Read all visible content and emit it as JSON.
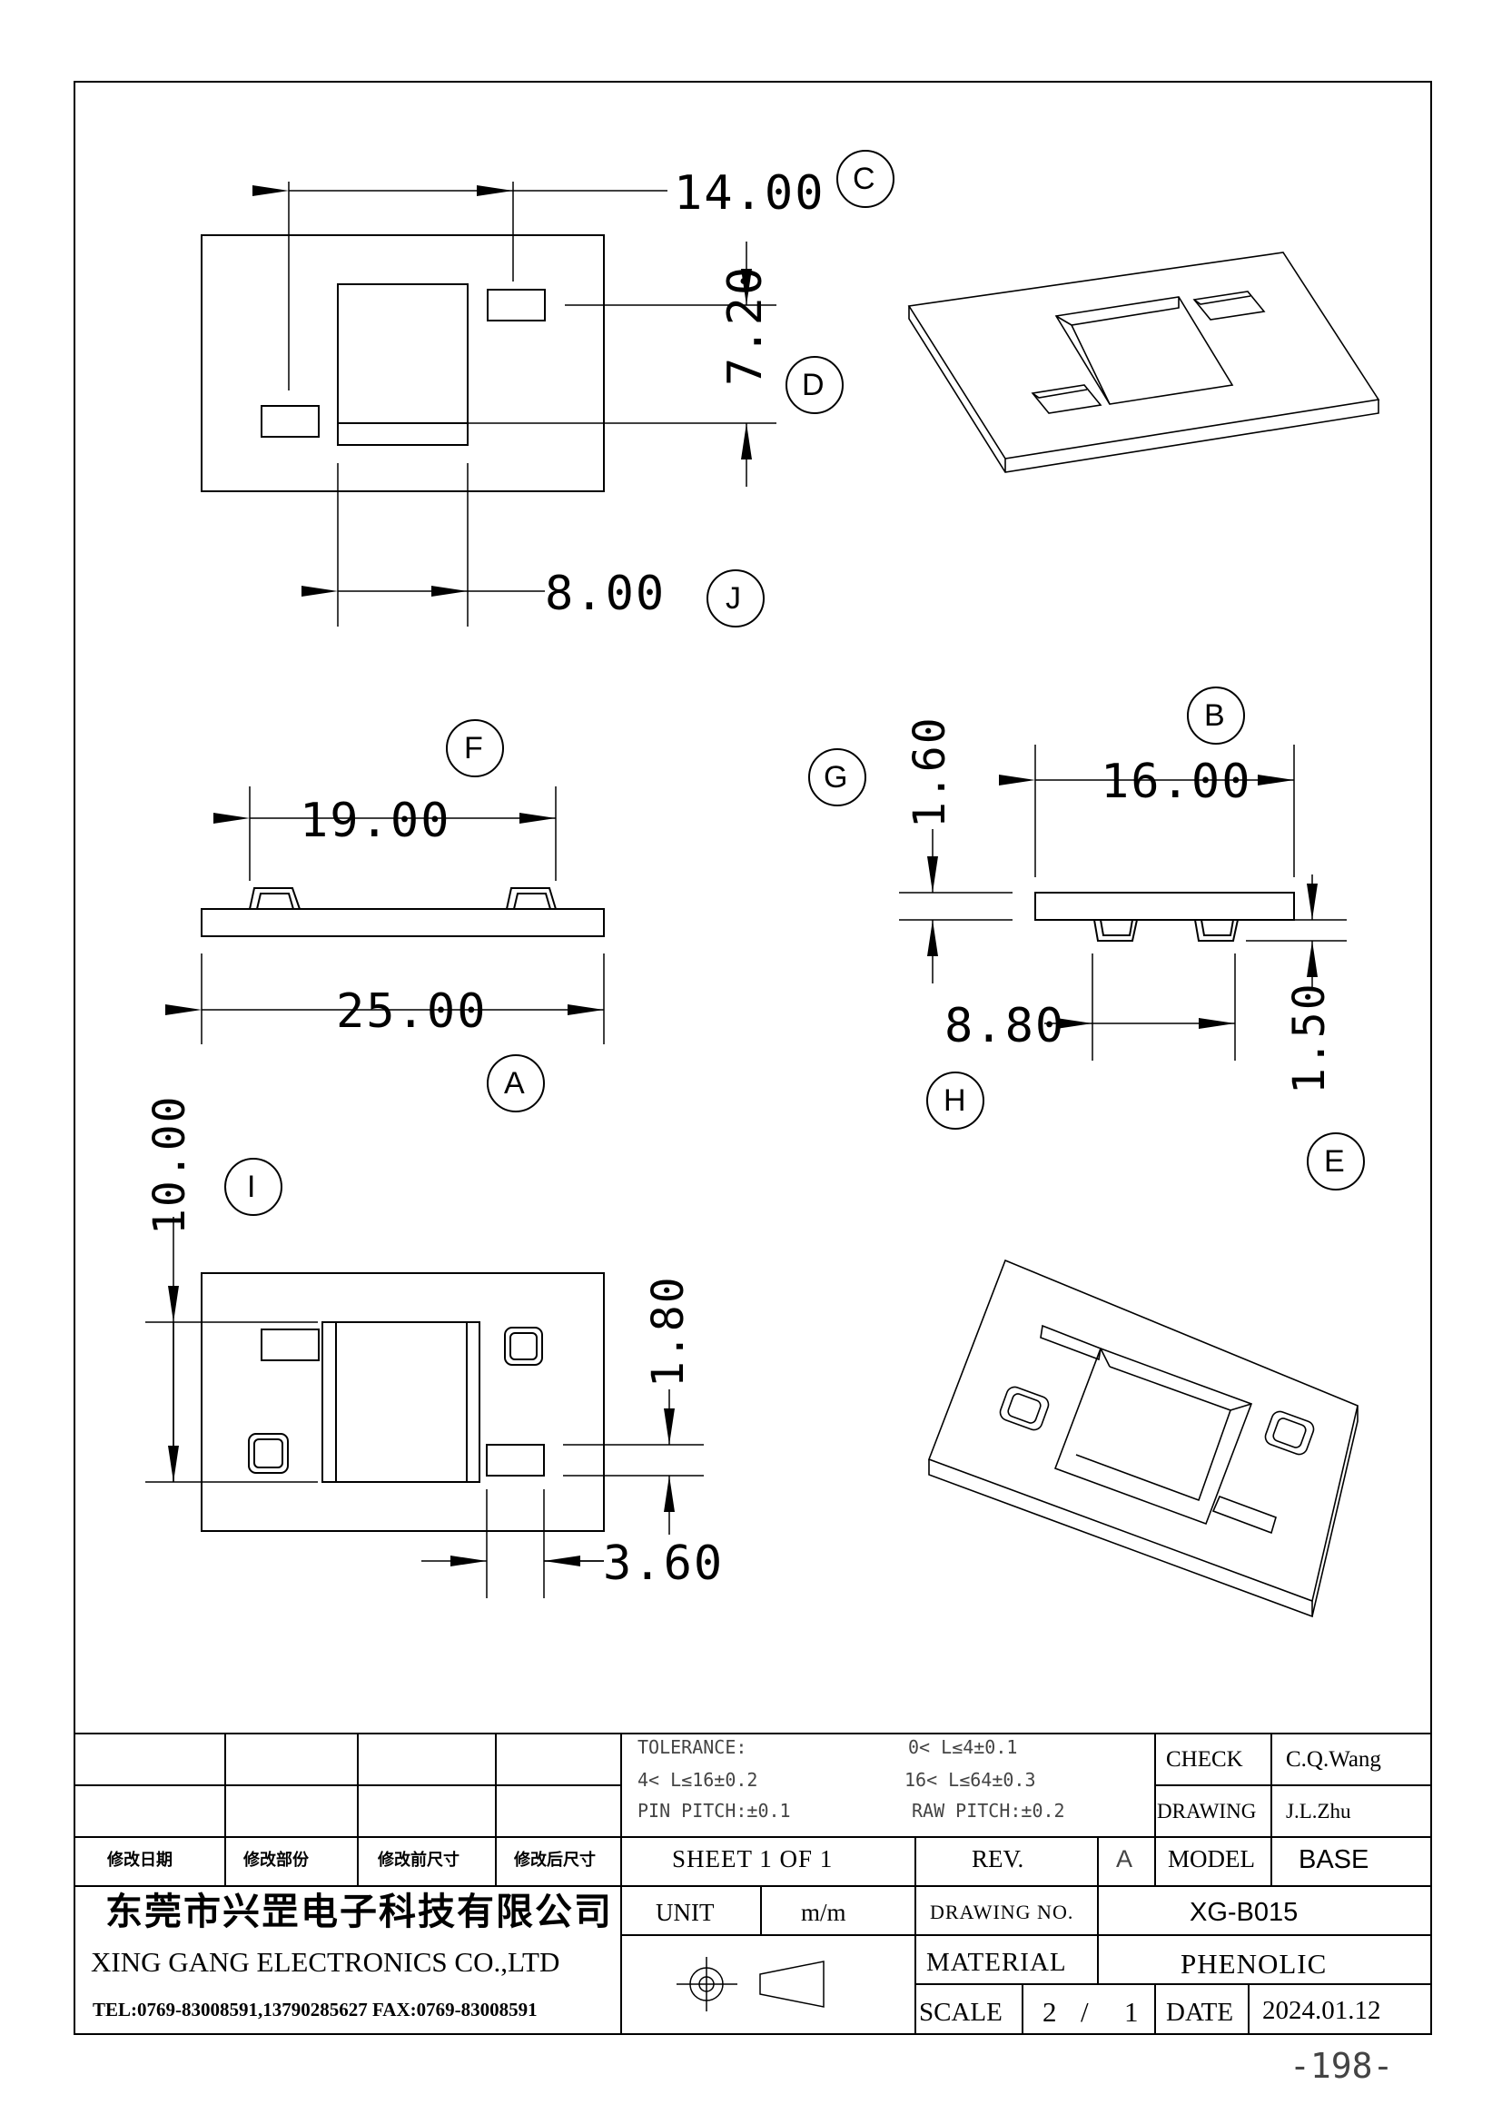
{
  "callouts": [
    "C",
    "D",
    "J",
    "F",
    "A",
    "B",
    "G",
    "H",
    "E",
    "I"
  ],
  "dimensions": {
    "top_width": "14.00",
    "top_height": "7.20",
    "top_bottom": "8.00",
    "front_inner": "19.00",
    "front_total": "25.00",
    "side_width": "16.00",
    "side_left_v": "1.60",
    "side_bottom": "8.80",
    "side_right_v": "1.50",
    "bottom_left_v": "10.00",
    "bottom_right_v": "1.80",
    "bottom_bottom": "3.60"
  },
  "title_block": {
    "tolerance_label": "TOLERANCE:",
    "tol_1": "0< L≤4±0.1",
    "tol_2": "4< L≤16±0.2",
    "tol_3": "16< L≤64±0.3",
    "pin_pitch": "PIN PITCH:±0.1",
    "raw_pitch": "RAW PITCH:±0.2",
    "check_label": "CHECK",
    "check_value": "C.Q.Wang",
    "drawing_label": "DRAWING",
    "drawing_value": "J.L.Zhu",
    "rev_headers": [
      "修改日期",
      "修改部份",
      "修改前尺寸",
      "修改后尺寸"
    ],
    "sheet": "SHEET 1 OF 1",
    "rev_label": "REV.",
    "rev_value": "A",
    "model_label": "MODEL",
    "model_value": "BASE",
    "company_cn": "东莞市兴罡电子科技有限公司",
    "company_en": "XING GANG  ELECTRONICS CO.,LTD",
    "contact": "TEL:0769-83008591,13790285627 FAX:0769-83008591",
    "unit_label": "UNIT",
    "unit_value": "m/m",
    "drawing_no_label": "DRAWING NO.",
    "drawing_no_value": "XG-B015",
    "material_label": "MATERIAL",
    "material_value": "PHENOLIC",
    "scale_label": "SCALE",
    "scale_num": "2",
    "scale_sep": "/",
    "scale_den": "1",
    "date_label": "DATE",
    "date_value": "2024.01.12"
  },
  "page_number": "-198-"
}
